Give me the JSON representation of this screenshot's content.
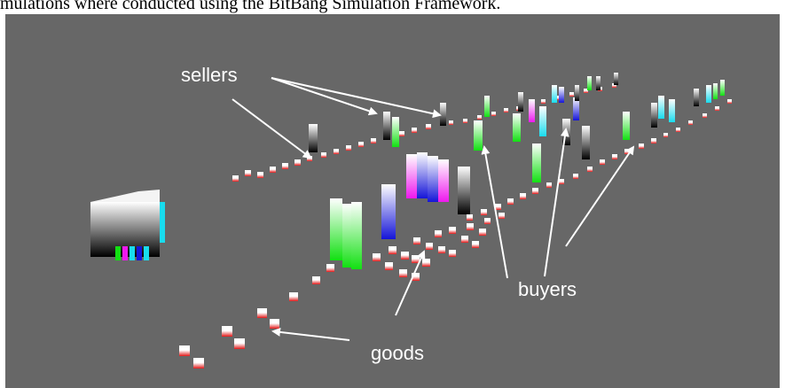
{
  "caption": "mulations where conducted using the BitBang Simulation Framework.",
  "labels": {
    "sellers": "sellers",
    "buyers": "buyers",
    "goods": "goods"
  },
  "colors": {
    "background": "#676767",
    "label": "#ffffff",
    "good_top": "#ffffff",
    "good_bottom": "#e01818",
    "agent_black": "#000000",
    "agent_green": "#1ee81e",
    "agent_blue": "#1a1ae0",
    "agent_magenta": "#f01ef0",
    "agent_cyan": "#1ee0f0"
  }
}
